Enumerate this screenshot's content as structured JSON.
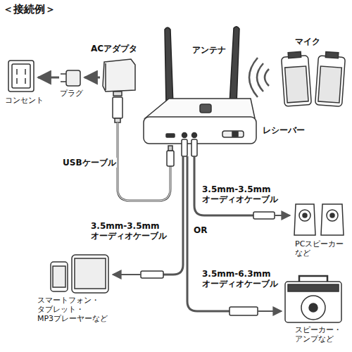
{
  "diagram": {
    "title": "＜接続例＞",
    "labels": [
      "アンテナ",
      "マイク",
      "ACアダプタ",
      "プラグ",
      "コンセント",
      "レシーバー",
      "USBケーブル",
      "3.5mm-3.5mm オーディオケーブル",
      "OR",
      "3.5mm-3.5mm オーディオケーブル",
      "PCスピーカー など",
      "3.5mm-6.3mm オーディオケーブル",
      "スマートフォン・ タブレット・ MP3プレーヤーなど",
      "スピーカー・ アンプなど"
    ]
  }
}
